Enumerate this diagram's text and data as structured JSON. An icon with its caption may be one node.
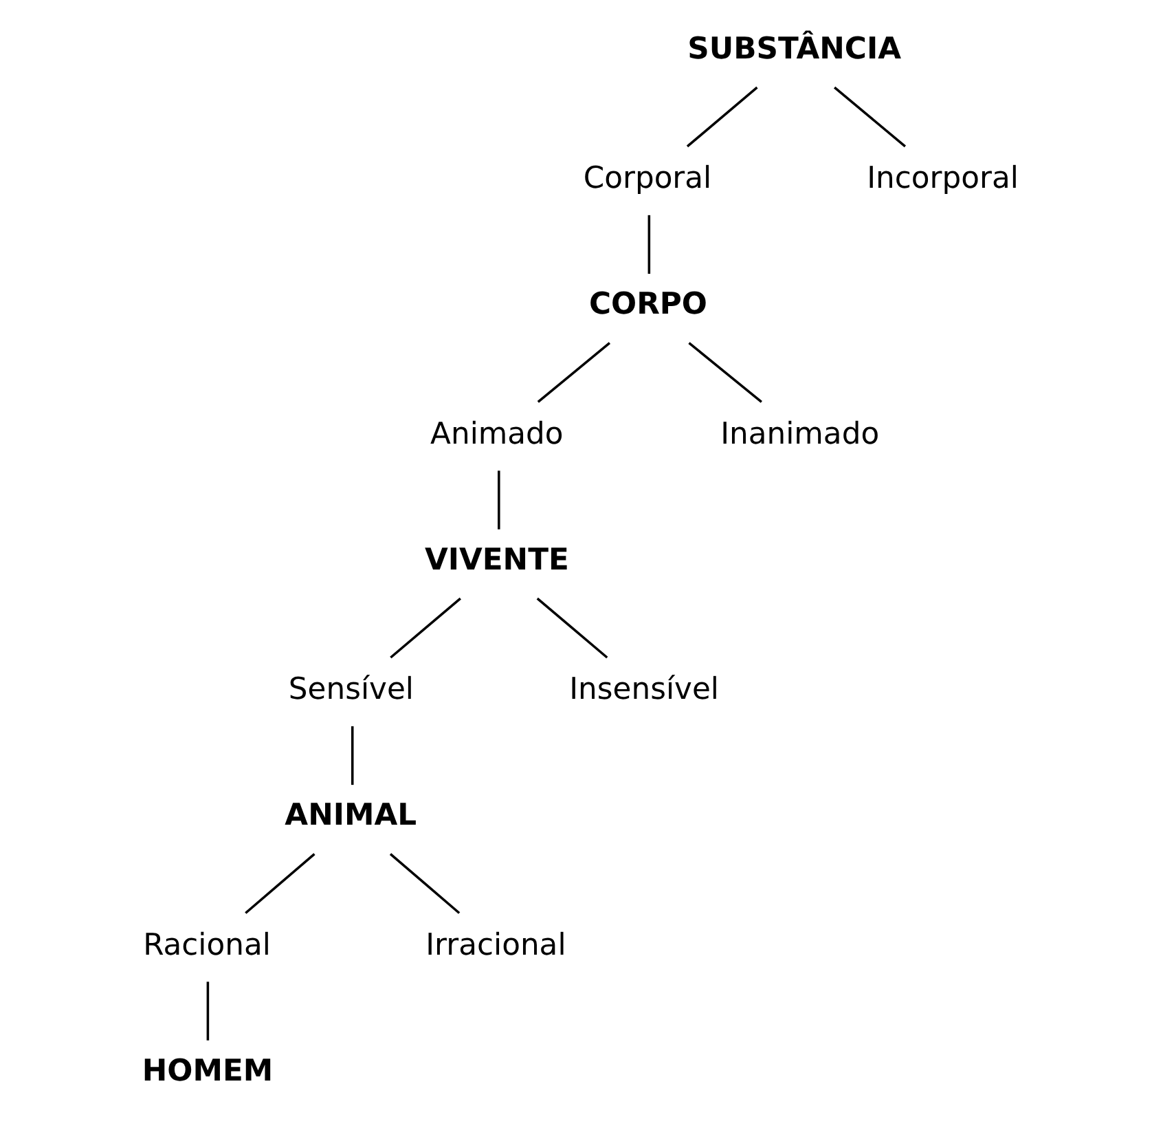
{
  "diagram": {
    "nodes": [
      {
        "text": [
          "SUBSTÂNCIA"
        ]
      },
      {
        "text": [
          "Corporal"
        ]
      },
      {
        "text": [
          "Incorporal"
        ]
      },
      {
        "text": [
          "CORPO"
        ]
      },
      {
        "text": [
          "Animado"
        ]
      },
      {
        "text": [
          "Inanimado"
        ]
      },
      {
        "text": [
          "VIVENTE"
        ]
      },
      {
        "text": [
          "Sensível"
        ]
      },
      {
        "text": [
          "Insensível"
        ]
      },
      {
        "text": [
          "ANIMAL"
        ]
      },
      {
        "text": [
          "Racional"
        ]
      },
      {
        "text": [
          "Irracional"
        ]
      },
      {
        "text": [
          "HOMEM"
        ]
      }
    ],
    "edges": [
      {
        "from": 0,
        "to": 1,
        "arrow": "none"
      },
      {
        "from": 0,
        "to": 2,
        "arrow": "none"
      },
      {
        "from": 1,
        "to": 3,
        "arrow": "none"
      },
      {
        "from": 3,
        "to": 4,
        "arrow": "none"
      },
      {
        "from": 3,
        "to": 5,
        "arrow": "none"
      },
      {
        "from": 4,
        "to": 6,
        "arrow": "none"
      },
      {
        "from": 6,
        "to": 7,
        "arrow": "none"
      },
      {
        "from": 6,
        "to": 8,
        "arrow": "none"
      },
      {
        "from": 7,
        "to": 9,
        "arrow": "none"
      },
      {
        "from": 9,
        "to": 10,
        "arrow": "none"
      },
      {
        "from": 9,
        "to": 11,
        "arrow": "none"
      },
      {
        "from": 10,
        "to": 12,
        "arrow": "none"
      }
    ]
  }
}
